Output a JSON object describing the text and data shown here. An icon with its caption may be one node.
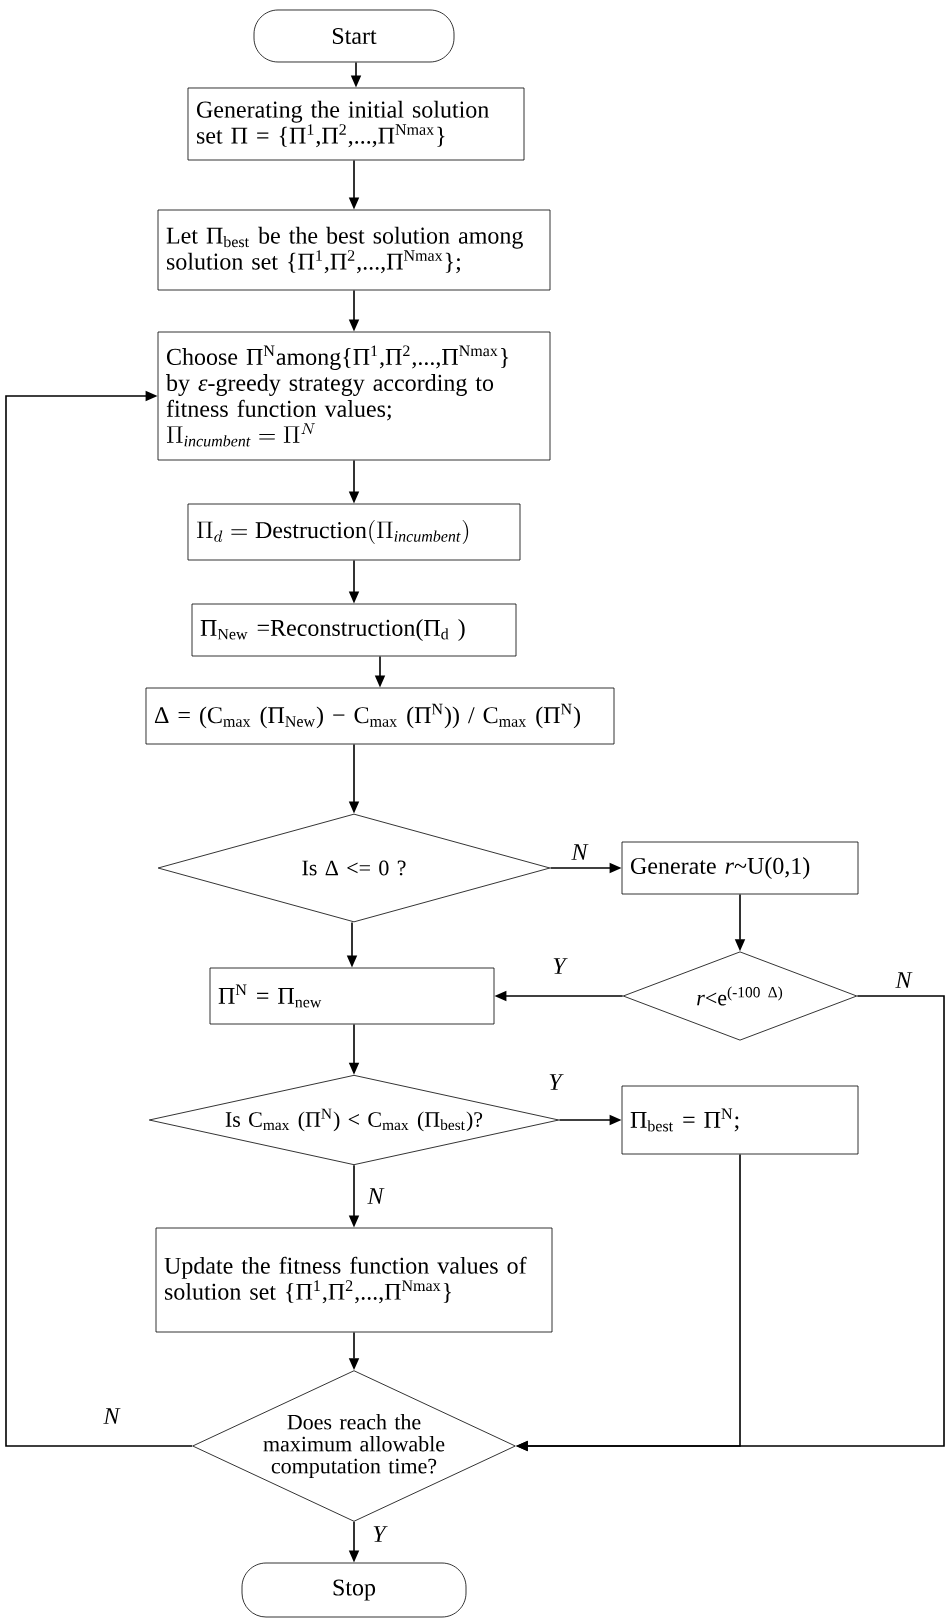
{
  "diagram": {
    "nodes": [
      {
        "text": [
          "Start"
        ]
      },
      {
        "text": [
          "Generating the initial solution set Π = {Π$^{1}$,Π$^{2}$,...,Π$^{Nmax}$}"
        ]
      },
      {
        "text": [
          "Let Π$_{best}$ be the best solution among solution set {Π$^{1}$,Π$^{2}$,...,Π$^{Nmax}$};"
        ]
      },
      {
        "text": [
          "Choose Π$^{N}$among{Π$^{1}$,Π$^{2}$,...,Π$^{Nmax}$} by *ε*-greedy strategy according to fitness function values;",
          "\\Pi_{\\mathit{incumbent}} = \\Pi^{N}"
        ]
      },
      {
        "text": [
          "\\Pi_{d} = \\mathrm{Destruction}(\\Pi_{\\mathit{incumbent}})"
        ]
      },
      {
        "text": [
          "Π$_{New}$ =Reconstruction(Π$_{d}$ )"
        ]
      },
      {
        "text": [
          "Δ = (C$_{max}$ (Π$_{New}$) − C$_{max}$ (Π$^{N}$)) / C$_{max}$ (Π$^{N}$)"
        ]
      },
      {
        "text": [
          "Is Δ <= 0 ?"
        ]
      },
      {
        "text": [
          "Generate *r*~U(0,1)"
        ]
      },
      {
        "text": [
          "Π$^{N}$ = Π$_{new}$"
        ]
      },
      {
        "text": [
          "*r*<e$^{(-100 Δ)}$"
        ]
      },
      {
        "text": [
          "Is C$_{max}$ (Π$^{N}$) < C$_{max}$ (Π$_{best}$)?"
        ]
      },
      {
        "text": [
          "Π$_{best}$ = Π$^{N}$;"
        ]
      },
      {
        "text": [
          "Update the fitness function values of solution set {Π$^{1}$,Π$^{2}$,...,Π$^{Nmax}$}"
        ]
      },
      {
        "text": [
          "Does reach the maximum allowable computation time?"
        ]
      },
      {
        "text": [
          "Stop"
        ]
      }
    ],
    "edges": [
      {
        "from": 0,
        "to": 1,
        "arrow": "to"
      },
      {
        "from": 1,
        "to": 2,
        "arrow": "to"
      },
      {
        "from": 2,
        "to": 3,
        "arrow": "to"
      },
      {
        "from": 3,
        "to": 4,
        "arrow": "to"
      },
      {
        "from": 4,
        "to": 5,
        "arrow": "to"
      },
      {
        "from": 5,
        "to": 6,
        "arrow": "to"
      },
      {
        "from": 6,
        "to": 7,
        "arrow": "to"
      },
      {
        "from": 7,
        "to": 8,
        "arrow": "to",
        "label": "*N*"
      },
      {
        "from": 7,
        "to": 9,
        "arrow": "to"
      },
      {
        "from": 8,
        "to": 10,
        "arrow": "to"
      },
      {
        "from": 10,
        "to": 9,
        "arrow": "to",
        "label": "*Y*"
      },
      {
        "from": 10,
        "to": 14,
        "arrow": "to",
        "label": "*N*"
      },
      {
        "from": 9,
        "to": 11,
        "arrow": "to"
      },
      {
        "from": 11,
        "to": 12,
        "arrow": "to",
        "label": "*Y*"
      },
      {
        "from": 11,
        "to": 13,
        "arrow": "to",
        "label": "*N*"
      },
      {
        "from": 12,
        "to": 14,
        "arrow": "to"
      },
      {
        "from": 13,
        "to": 14,
        "arrow": "to"
      },
      {
        "from": 14,
        "to": 3,
        "arrow": "to",
        "label": "*N*"
      },
      {
        "from": 14,
        "to": 15,
        "arrow": "to",
        "label": "*Y*"
      }
    ]
  }
}
